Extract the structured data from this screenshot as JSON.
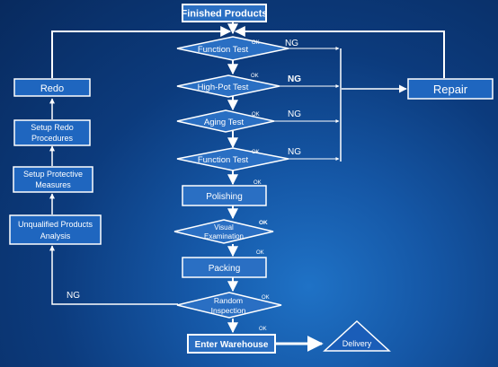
{
  "flow": {
    "start": "Finished Products",
    "tests": {
      "function_test_1": "Function Test",
      "high_pot_test": "High-Pot Test",
      "aging_test": "Aging Test",
      "function_test_2": "Function Test"
    },
    "polishing": "Polishing",
    "visual_examination": [
      "Visual",
      "Examination"
    ],
    "packing": "Packing",
    "random_inspection": [
      "Random",
      "Inspection"
    ],
    "enter_warehouse": "Enter Warehouse",
    "delivery": "Delivery",
    "repair": "Repair",
    "redo": "Redo",
    "setup_redo_procedures": [
      "Setup Redo",
      "Procedures"
    ],
    "setup_protective_measures": [
      "Setup Protective",
      "Measures"
    ],
    "unqualified_products_analysis": [
      "Unqualified Products",
      "Analysis"
    ],
    "ok_label": "OK",
    "ng_label": "NG"
  }
}
